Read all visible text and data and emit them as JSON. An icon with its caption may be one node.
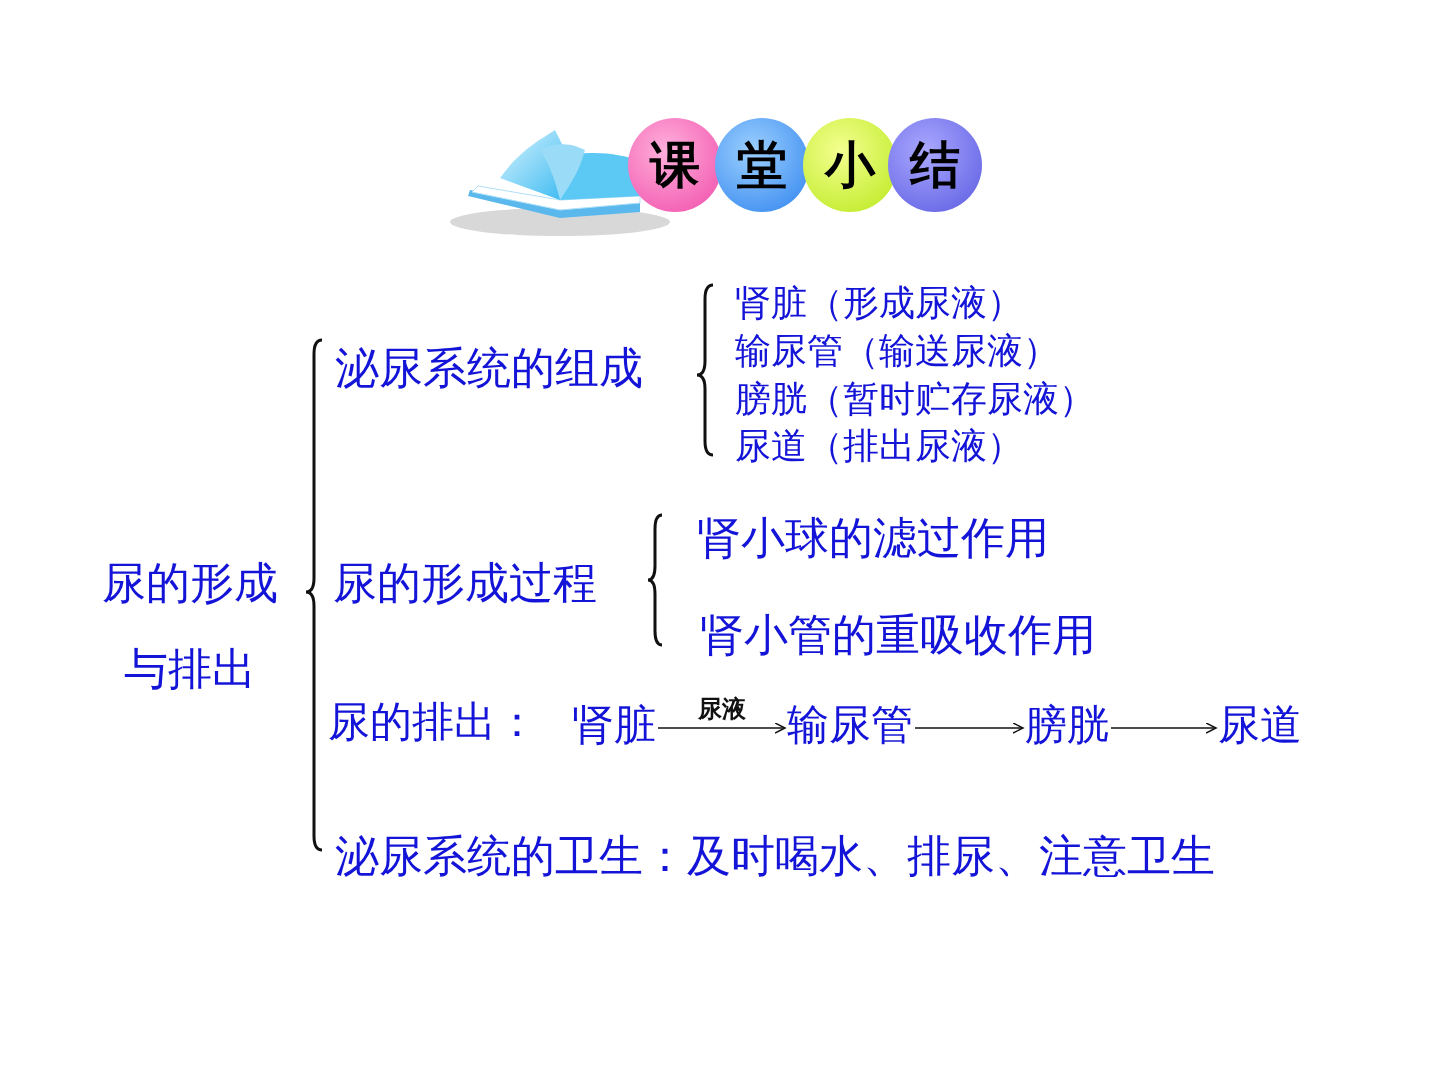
{
  "diagram": {
    "nodes": [
      {
        "text": [
          "课"
        ]
      },
      {
        "text": [
          "堂"
        ]
      },
      {
        "text": [
          "小"
        ]
      },
      {
        "text": [
          "结"
        ]
      },
      {
        "text": [
          "肾脏"
        ]
      },
      {
        "text": [
          "输尿管"
        ]
      },
      {
        "text": [
          "膀胱"
        ]
      },
      {
        "text": [
          "尿道"
        ]
      }
    ],
    "edges": [
      {
        "from": 4,
        "to": 5,
        "arrow": "to",
        "label": "尿液"
      },
      {
        "from": 5,
        "to": 6,
        "arrow": "to"
      },
      {
        "from": 6,
        "to": 7,
        "arrow": "to"
      }
    ],
    "labels": [
      "尿的形成与排出",
      "泌尿系统的组成",
      "肾脏（形成尿液）",
      "输尿管（输送尿液）",
      "膀胱（暂时贮存尿液）",
      "尿道（排出尿液）",
      "尿的形成过程",
      "肾小球的滤过作用",
      "肾小管的重吸收作用",
      "尿的排出：",
      "泌尿系统的卫生：及时喝水、排尿、注意卫生"
    ]
  }
}
